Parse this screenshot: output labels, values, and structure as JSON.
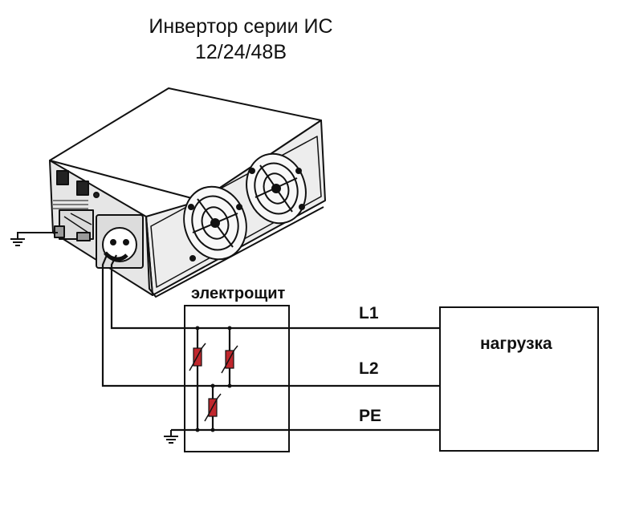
{
  "title": {
    "line1": "Инвертор серии ИС",
    "line2": "12/24/48В"
  },
  "panel": {
    "label": "электрощит"
  },
  "lines": {
    "l1": "L1",
    "l2": "L2",
    "pe": "PE"
  },
  "load": {
    "label": "нагрузка"
  },
  "colors": {
    "wire": "#111111",
    "varistor": "#c0272d",
    "housing": "#f4f4f4"
  },
  "icons": [
    "inverter-icon",
    "fan-icon",
    "socket-icon",
    "varistor-icon",
    "ground-icon"
  ]
}
